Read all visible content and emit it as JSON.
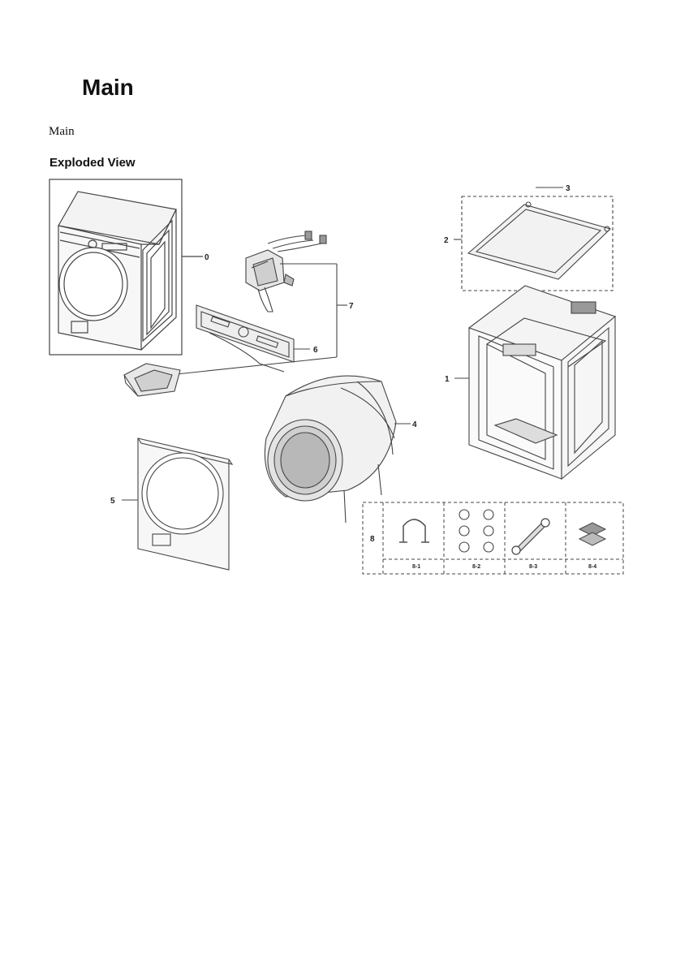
{
  "header": {
    "title": "Main",
    "subtitle": "Main"
  },
  "section": {
    "heading": "Exploded View"
  },
  "diagram": {
    "callouts": [
      "0",
      "1",
      "2",
      "3",
      "4",
      "5",
      "6",
      "7",
      "8"
    ],
    "accessory_labels": [
      "8-1",
      "8-2",
      "8-3",
      "8-4"
    ]
  }
}
